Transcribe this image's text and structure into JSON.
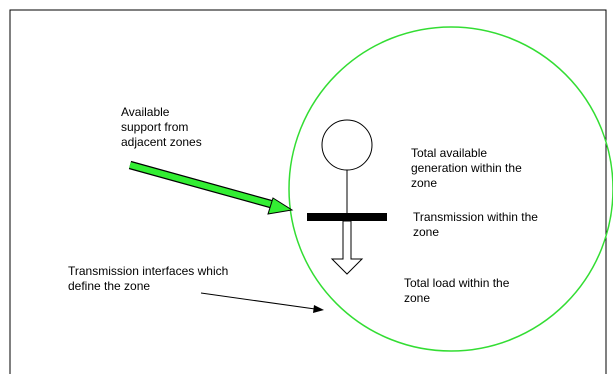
{
  "labels": {
    "support": "Available\nsupport from\nadjacent zones",
    "generation": "Total available\ngeneration within the\nzone",
    "transmission": "Transmission within the\nzone",
    "load": "Total load within the\nzone",
    "interfaces": "Transmission interfaces which\ndefine the zone"
  },
  "colors": {
    "zone_boundary": "#33dd33",
    "support_arrow": "#33ee33",
    "outline": "#000000"
  },
  "icons": {
    "generator": "generator-circle-icon",
    "bus": "transmission-bus-icon",
    "load": "load-arrow-icon"
  }
}
